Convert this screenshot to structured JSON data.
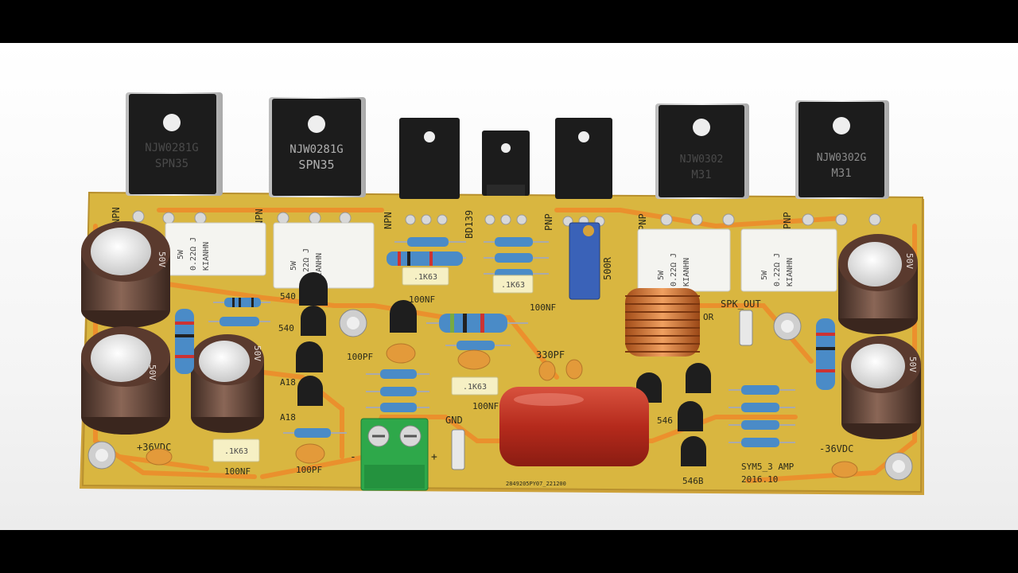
{
  "colors": {
    "pcb": "#d9b640",
    "trace": "#ee8a2a",
    "transistor": "#1c1c1c",
    "electrolytic": "#6b4a3a",
    "resistor": "#4a8bc7",
    "film_cap": "#c23a2a",
    "terminal": "#2ea84a",
    "coil": "#d0702a"
  },
  "power_transistors": [
    {
      "line1": "NJW0281G",
      "line2": "SPN35"
    },
    {
      "line1": "NJW0281G",
      "line2": "SPN35"
    },
    {
      "line1": "",
      "line2": ""
    },
    {
      "line1": "",
      "line2": ""
    },
    {
      "line1": "",
      "line2": ""
    },
    {
      "line1": "NJW0302",
      "line2": "M31"
    },
    {
      "line1": "NJW0302G",
      "line2": "M31"
    }
  ],
  "silkscreen": {
    "npn1": "NPN",
    "npn2": "NPN",
    "npn3": "NPN",
    "bd139": "BD139",
    "pnp1": "PNP",
    "pnp2": "PNP",
    "pnp3": "PNP",
    "res_500r": "500R",
    "spk_out": "SPK_OUT",
    "gnd": "GND",
    "c330pf": "330PF",
    "c100pf_a": "100PF",
    "c100pf_b": "100PF",
    "nf1": "100NF",
    "nf2": "100NF",
    "nf3": "100NF",
    "nf4": "100NF",
    "v_pos": "+36VDC",
    "v_neg": "-36VDC",
    "model": "SYM5_3 AMP",
    "date": "2016.10",
    "t540a": "540",
    "t540b": "540",
    "t546a": "546",
    "t546b": "546B",
    "a18a": "A18",
    "a18b": "A18",
    "minus": "-",
    "plus": "+",
    "lot": "2849205PY07_221200",
    "or": "OR"
  },
  "small_cap_label": ".1K63",
  "cement_resistor": {
    "line1": "5W",
    "line2": "0.22Ω J",
    "line3": "KIANHN"
  },
  "electrolytic_label": "50V"
}
